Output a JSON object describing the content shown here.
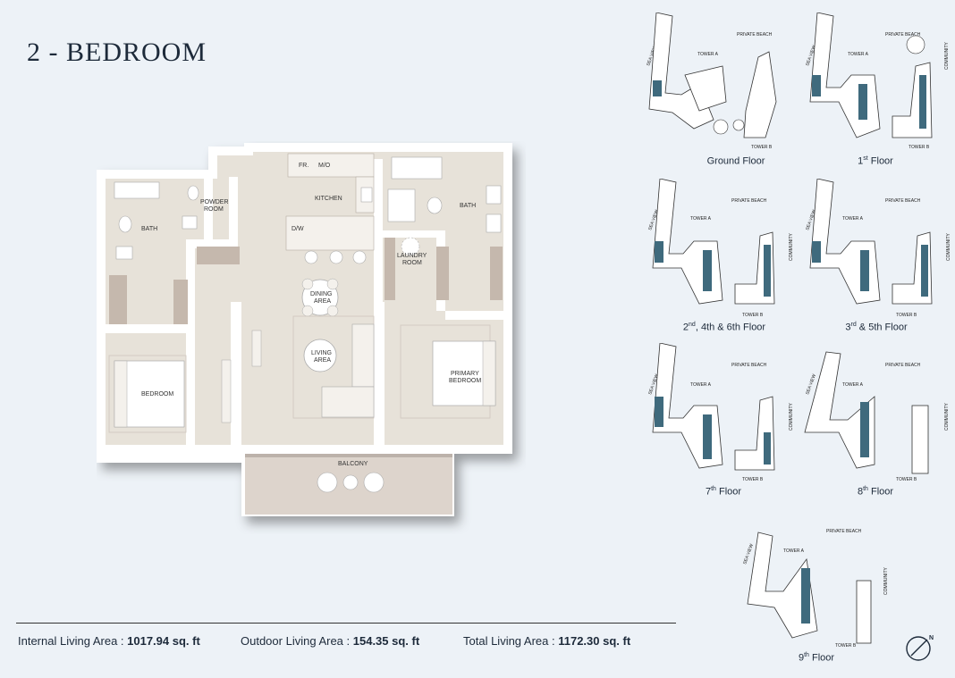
{
  "page": {
    "title": "2 - BEDROOM"
  },
  "floorplan": {
    "labels": {
      "fr": "FR.",
      "mo": "M/O",
      "kitchen": "KITCHEN",
      "dw": "D/W",
      "powder_room_1": "POWDER",
      "powder_room_2": "ROOM",
      "bath_left": "BATH",
      "bath_right": "BATH",
      "laundry_1": "LAUNDRY",
      "laundry_2": "ROOM",
      "dining_1": "DINING",
      "dining_2": "AREA",
      "living_1": "LIVING",
      "living_2": "AREA",
      "bedroom": "BEDROOM",
      "primary_1": "PRIMARY",
      "primary_2": "BEDROOM",
      "balcony": "BALCONY"
    }
  },
  "key_plan": {
    "private_beach": "PRIVATE BEACH",
    "sea_view": "SEA VIEW",
    "tower_a": "TOWER A",
    "tower_b": "TOWER B",
    "community": "COMMUNITY",
    "floors": [
      {
        "pre": "Ground Floor",
        "sup": "",
        "post": ""
      },
      {
        "pre": "1",
        "sup": "st",
        "post": " Floor"
      },
      {
        "pre": "2",
        "sup": "nd",
        "post": ", 4th & 6th Floor"
      },
      {
        "pre": "3",
        "sup": "rd",
        "post": " & 5th Floor"
      },
      {
        "pre": "7",
        "sup": "th",
        "post": " Floor"
      },
      {
        "pre": "8",
        "sup": "th",
        "post": " Floor"
      },
      {
        "pre": "9",
        "sup": "th",
        "post": " Floor"
      }
    ],
    "compass_letter": "N"
  },
  "areas": {
    "internal_label": "Internal Living Area : ",
    "internal_value": "1017.94 sq. ft",
    "outdoor_label": "Outdoor Living Area : ",
    "outdoor_value": "154.35 sq. ft",
    "total_label": "Total Living Area : ",
    "total_value": "1172.30 sq. ft"
  },
  "colors": {
    "floor": "#e7e2d9",
    "wall": "#ffffff",
    "furniture": "#f4f1ec",
    "cabinet": "#c5b8ad",
    "balcony": "#ddd4cc",
    "highlight": "#3f6a7d"
  }
}
